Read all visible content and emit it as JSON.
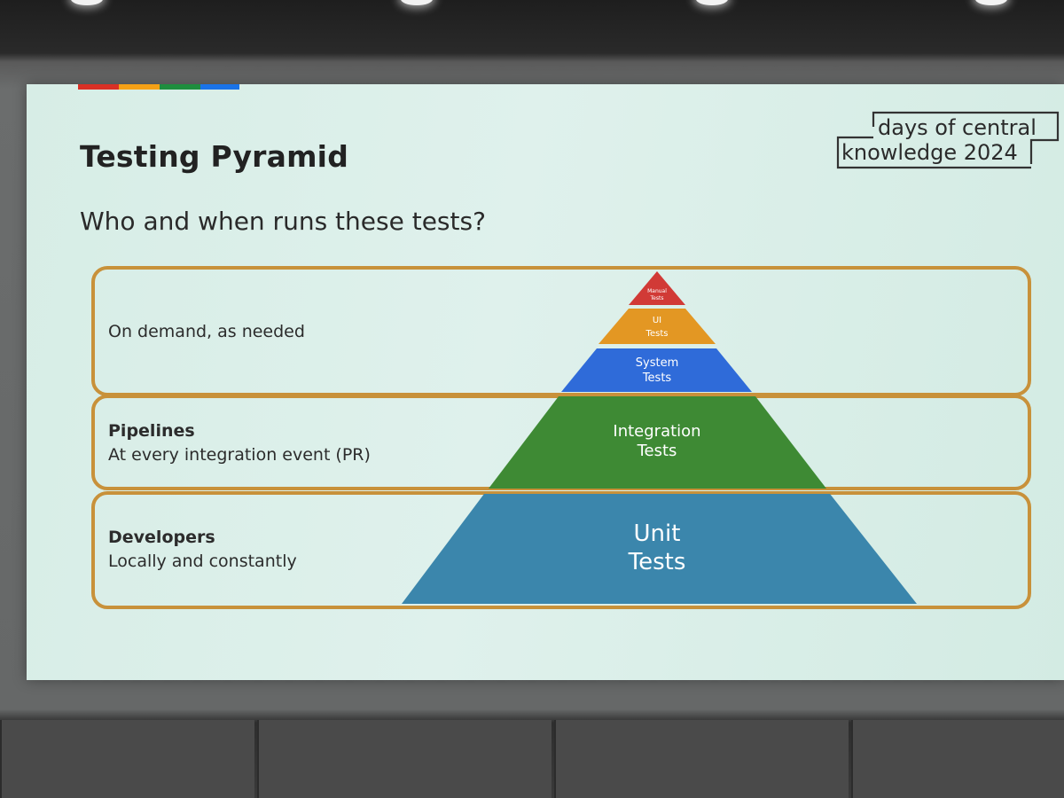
{
  "slide": {
    "title": "Testing Pyramid",
    "subtitle": "Who and when runs these tests?",
    "logo": {
      "line1": "days of central",
      "line2": "knowledge 2024"
    },
    "accent_colors": [
      "#d93025",
      "#f4a016",
      "#1e8e3e",
      "#1a73e8"
    ]
  },
  "bands": [
    {
      "heading": "",
      "text": "On demand, as needed"
    },
    {
      "heading": "Pipelines",
      "text": "At every integration event (PR)"
    },
    {
      "heading": "Developers",
      "text": "Locally and constantly"
    }
  ],
  "pyramid": [
    {
      "label_line1": "Manual",
      "label_line2": "Tests",
      "color": "#d13a36"
    },
    {
      "label_line1": "UI",
      "label_line2": "Tests",
      "color": "#e39723"
    },
    {
      "label_line1": "System",
      "label_line2": "Tests",
      "color": "#2f6bd9"
    },
    {
      "label_line1": "Integration",
      "label_line2": "Tests",
      "color": "#3e8a34"
    },
    {
      "label_line1": "Unit",
      "label_line2": "Tests",
      "color": "#3b86ac"
    }
  ],
  "colors": {
    "band_border": "#c8913a",
    "slide_bg": "#d9eee8"
  }
}
